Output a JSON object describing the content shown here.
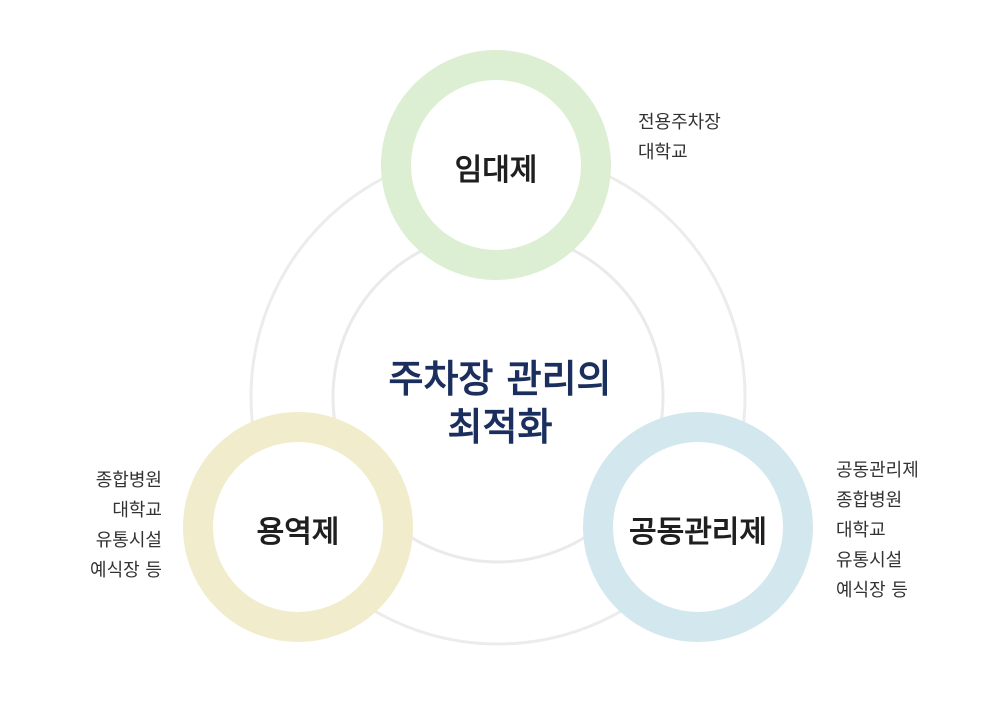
{
  "center": {
    "line1": "주차장 관리의",
    "line2": "최적화"
  },
  "nodes": {
    "top": {
      "label": "임대제",
      "color": "#dcefd2",
      "items": [
        "전용주차장",
        "대학교"
      ]
    },
    "left": {
      "label": "용역제",
      "color": "#f1eccb",
      "items": [
        "종합병원",
        "대학교",
        "유통시설",
        "예식장 등"
      ]
    },
    "right": {
      "label": "공동관리제",
      "color": "#d3e7ee",
      "items": [
        "공동관리제",
        "종합병원",
        "대학교",
        "유통시설",
        "예식장 등"
      ]
    }
  }
}
